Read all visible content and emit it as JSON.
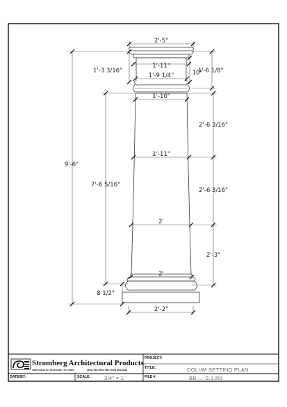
{
  "dimensions": {
    "capital_width": "2'-5\"",
    "cap_height": "1'-3 3/16\"",
    "neck_width": "1'-11\"",
    "neck_height": "10\"",
    "necking_to_base_height": "1'-6 1/8\"",
    "astragal_width": "1'-9 1/4\"",
    "top_shaft_width": "1'-10\"",
    "overall_height": "9'-6\"",
    "shaft_height": "7'-6 5/16\"",
    "upper_segment": "2'-6 3/16\"",
    "mid_width": "1'-11\"",
    "middle_segment": "2'-6 3/16\"",
    "lower_width": "2'",
    "lower_segment": "2'-3\"",
    "bottom_width": "2'",
    "base_height": "8 1/2\"",
    "plinth_width": "2'-2\""
  },
  "title_block": {
    "company": "Stromberg Architectural Products",
    "address_line": "4400 Oneal St. Greenville, TX 75401",
    "phone_line": "(903) 454-0902   FAX (903) 454-3642",
    "project_label": "PROJECT:",
    "project_value": "",
    "title_label": "TITLE:",
    "title_value": "COLUM SETTING PLAN",
    "date_label": "DATE/BY:",
    "scale_label": "SCALE:",
    "scale_value": "3/4\" = 1'",
    "file_label": "FILE #:",
    "file_value": "BB.-.-.S.1.R0"
  }
}
